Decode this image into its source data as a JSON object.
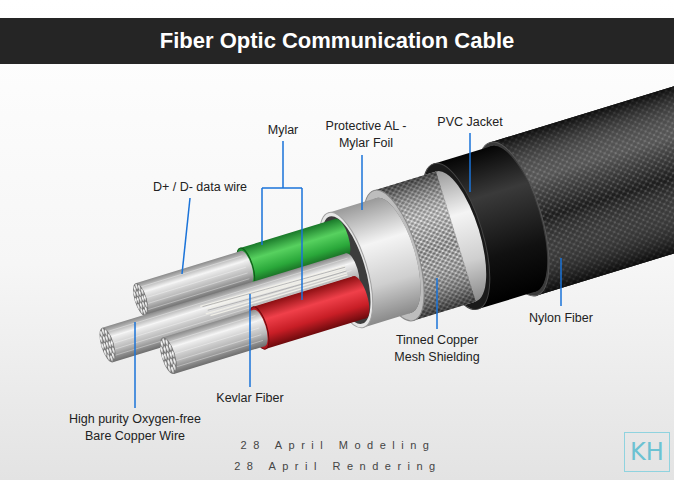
{
  "diagram": {
    "title": "Fiber Optic Communication Cable",
    "nodes": [
      {
        "text": [
          "KH"
        ]
      }
    ],
    "labels": [
      "Mylar",
      "Protective AL - Mylar Foil",
      "PVC Jacket",
      "D+ / D- data wire",
      "Nylon Fiber",
      "Tinned Copper Mesh Shielding",
      "Kevlar Fiber",
      "High purity Oxygen-free Bare Copper Wire",
      "28 April Modeling",
      "28 April Rendering"
    ]
  }
}
